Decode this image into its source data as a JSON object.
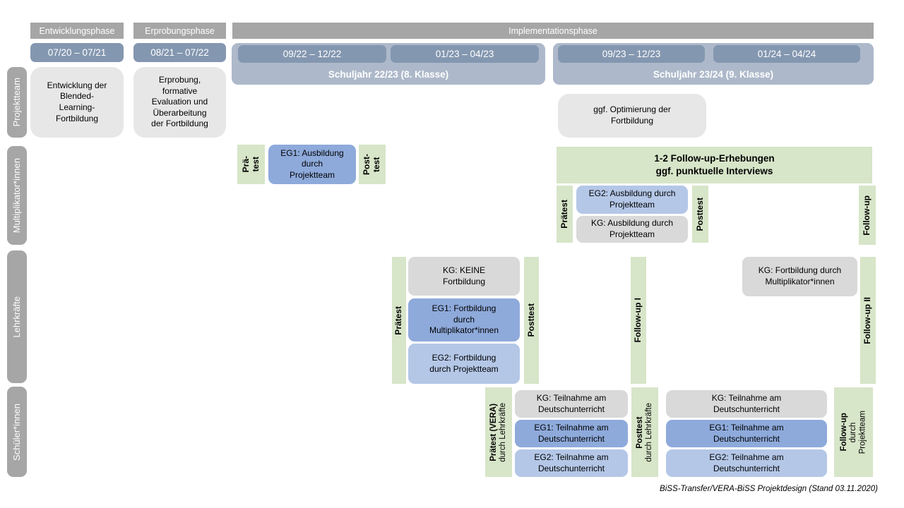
{
  "caption": "BiSS-Transfer/VERA-BiSS Projektdesign (Stand 03.11.2020)",
  "colors": {
    "header_gray": "#a6a6a6",
    "date_blue": "#8497b0",
    "school_year_blue": "#adb9ca",
    "box_light_gray": "#e8e7e7",
    "box_kg_gray": "#d9d9d9",
    "box_eg1_blue": "#8eaadb",
    "box_eg2_blue": "#b4c7e7",
    "box_green": "#d7e5c8"
  },
  "phases": {
    "entwicklung": "Entwicklungsphase",
    "erprobung": "Erprobungsphase",
    "implementation": "Implementationsphase"
  },
  "dates": {
    "d1": "07/20 – 07/21",
    "d2": "08/21 – 07/22",
    "d3": "09/22 – 12/22",
    "d4": "01/23 – 04/23",
    "d5": "09/23 – 12/23",
    "d6": "01/24 – 04/24"
  },
  "school_years": {
    "sy1": "Schuljahr 22/23 (8. Klasse)",
    "sy2": "Schuljahr 23/24 (9. Klasse)"
  },
  "row_labels": {
    "projektteam": "Projektteam",
    "multiplikatorinnen": "Multiplikator*innen",
    "lehrkraefte": "Lehrkräfte",
    "schuelerinnen": "Schüler*innen"
  },
  "projektteam": {
    "entwicklung_box": "Entwicklung der\nBlended-\nLearning-\nFortbildung",
    "erprobung_box": "Erprobung,\nformative\nEvaluation und\nÜberarbeitung\nder Fortbildung",
    "optimierung_box": "ggf. Optimierung der\nFortbildung"
  },
  "multiplikatorinnen": {
    "praetest_1": "Prä-\ntest",
    "eg1": "EG1: Ausbildung\ndurch\nProjektteam",
    "posttest_1": "Post-\ntest",
    "followup_box": "1-2 Follow-up-Erhebungen\nggf. punktuelle Interviews",
    "praetest_2": "Prätest",
    "eg2": "EG2: Ausbildung durch\nProjektteam",
    "kg": "KG: Ausbildung durch\nProjektteam",
    "posttest_2": "Posttest",
    "followup": "Follow-up"
  },
  "lehrkraefte": {
    "praetest": "Prätest",
    "kg_keine": "KG: KEINE\nFortbildung",
    "eg1": "EG1: Fortbildung\ndurch\nMultiplikator*innen",
    "eg2": "EG2: Fortbildung\ndurch Projektteam",
    "posttest": "Posttest",
    "followup1": "Follow-up I",
    "kg_fortbildung": "KG: Fortbildung durch\nMultiplikator*innen",
    "followup2": "Follow-up II"
  },
  "schuelerinnen": {
    "praetest_title": "Prätest (VERA)",
    "praetest_sub": "durch Lehrkräfte",
    "kg_1": "KG: Teilnahme am\nDeutschunterricht",
    "eg1_1": "EG1: Teilnahme am\nDeutschunterricht",
    "eg2_1": "EG2: Teilnahme am\nDeutschunterricht",
    "posttest_title": "Posttest",
    "posttest_sub": "durch Lehrkräfte",
    "kg_2": "KG: Teilnahme am\nDeutschunterricht",
    "eg1_2": "EG1: Teilnahme am\nDeutschunterricht",
    "eg2_2": "EG2: Teilnahme am\nDeutschunterricht",
    "followup_title": "Follow-up",
    "followup_sub": "durch\nProjektteam"
  }
}
